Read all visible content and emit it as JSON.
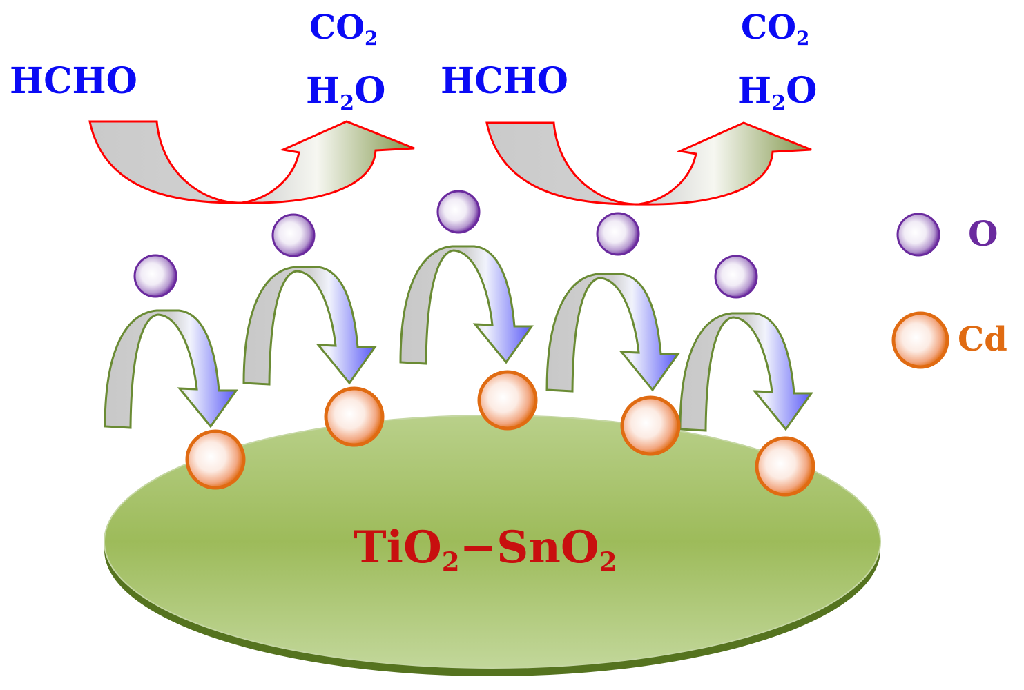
{
  "reactions": [
    {
      "reactant": "HCHO",
      "product1": {
        "base": "CO",
        "sub": "2"
      },
      "product2": {
        "pre": "H",
        "sub": "2",
        "post": "O"
      }
    },
    {
      "reactant": "HCHO",
      "product1": {
        "base": "CO",
        "sub": "2"
      },
      "product2": {
        "pre": "H",
        "sub": "2",
        "post": "O"
      }
    }
  ],
  "support": {
    "part1": "TiO",
    "sub1": "2",
    "dash": "−",
    "part2": "SnO",
    "sub2": "2"
  },
  "legend": [
    {
      "symbol": "oxygen",
      "label": "O",
      "color": "#6a2a9e"
    },
    {
      "symbol": "cadmium",
      "label": "Cd",
      "color": "#e06b12"
    }
  ],
  "colors": {
    "text_blue": "#0a0af5",
    "oxygen": "#6a2a9e",
    "cadmium": "#e06b12",
    "support_green": "#9dbb5a",
    "big_arrow_outline": "#ff0000",
    "small_arrow_outline": "#6a8b34",
    "small_arrow_head": "#5a5af7",
    "support_label": "#c80f0f"
  }
}
